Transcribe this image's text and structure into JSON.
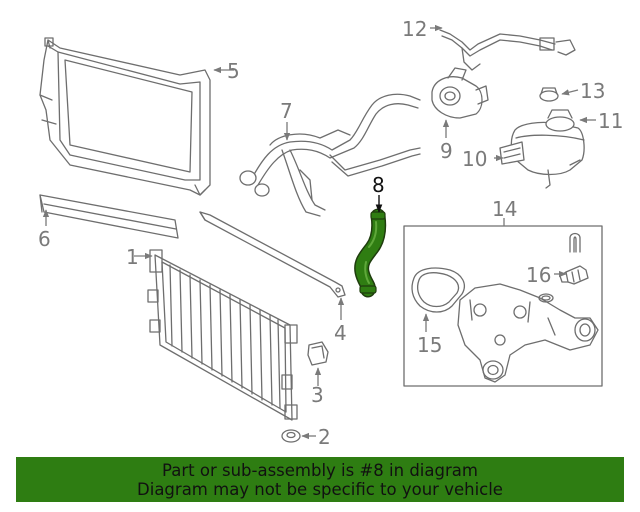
{
  "callouts": {
    "c1": "1",
    "c2": "2",
    "c3": "3",
    "c4": "4",
    "c5": "5",
    "c6": "6",
    "c7": "7",
    "c8": "8",
    "c9": "9",
    "c10": "10",
    "c11": "11",
    "c12": "12",
    "c13": "13",
    "c14": "14",
    "c15": "15",
    "c16": "16"
  },
  "highlight": {
    "part": "8",
    "color": "#2f7d12"
  },
  "banner": {
    "line1": "Part or sub-assembly is #8 in diagram",
    "line2": "Diagram may not be specific to your vehicle",
    "color": "#2e7d12"
  }
}
